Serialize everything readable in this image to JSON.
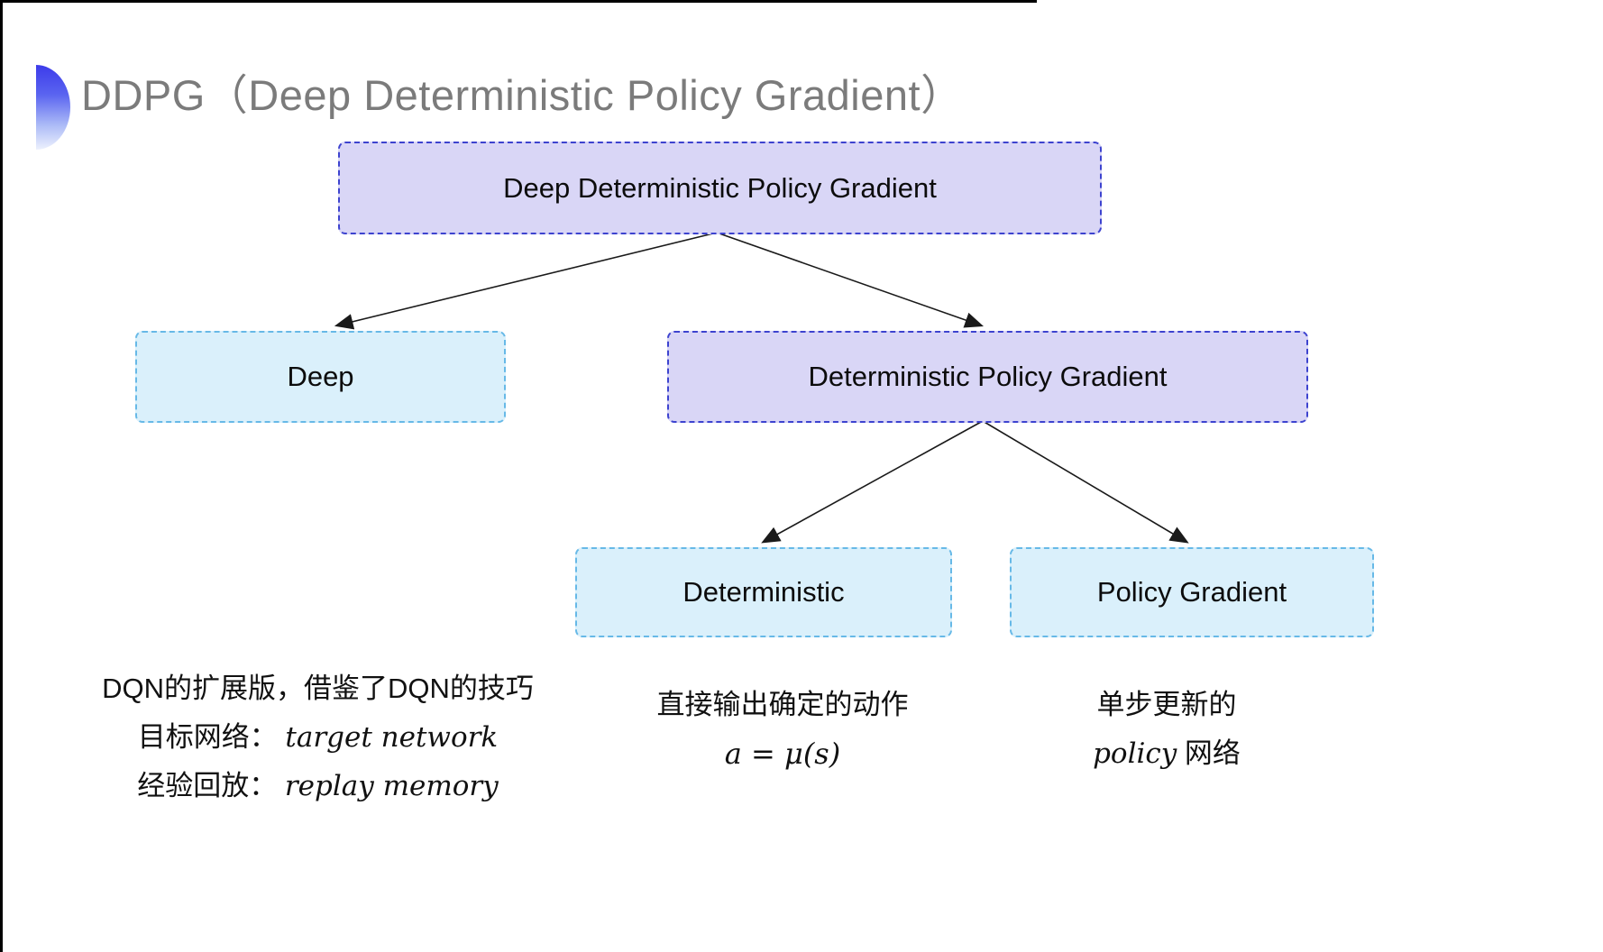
{
  "page": {
    "title": "DDPG（Deep Deterministic Policy Gradient）"
  },
  "tree": {
    "root": {
      "label": "Deep Deterministic Policy Gradient"
    },
    "level2": [
      {
        "label": "Deep"
      },
      {
        "label": "Deterministic Policy Gradient"
      }
    ],
    "level3": [
      {
        "label": "Deterministic"
      },
      {
        "label": "Policy Gradient"
      }
    ]
  },
  "notes": {
    "deep": {
      "line1": "DQN的扩展版，借鉴了DQN的技巧",
      "line2_label": "目标网络：",
      "line2_value": "target network",
      "line3_label": "经验回放：",
      "line3_value": "replay memory"
    },
    "deterministic": {
      "line1": "直接输出确定的动作",
      "line2": "a = μ(s)"
    },
    "policy_gradient": {
      "line1": "单步更新的",
      "line2_italic": "policy",
      "line2_rest": " 网络"
    }
  },
  "icons": {
    "title_bullet": "blue-semicircle-bullet-icon"
  },
  "colors": {
    "lavender_fill": "#d9d6f6",
    "cyan_fill": "#daf0fb",
    "blue_dash_border": "#3d43cf",
    "cyan_dash_border": "#67b9e7",
    "title_gray": "#7b7b7b",
    "arrow_black": "#1a1a1a",
    "bullet_blue": "#3c3bea",
    "edge_black": "#000000"
  }
}
